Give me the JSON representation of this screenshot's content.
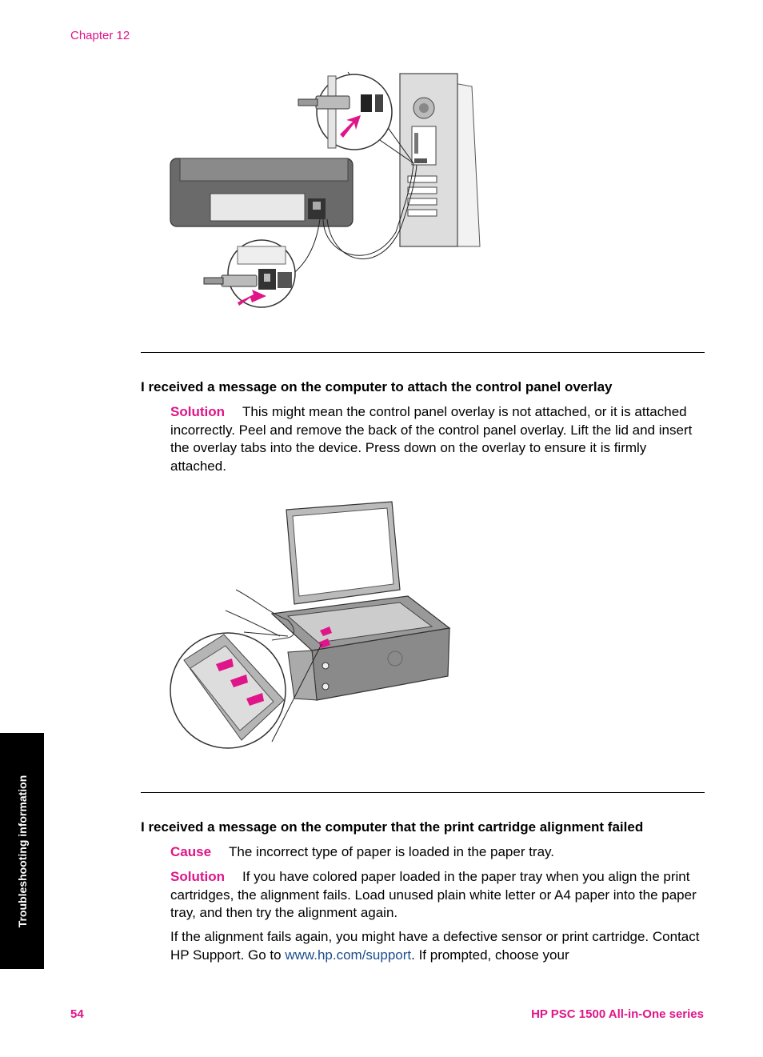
{
  "header": {
    "chapter": "Chapter 12"
  },
  "section1": {
    "heading": "I received a message on the computer to attach the control panel overlay",
    "solution_label": "Solution",
    "solution_text": "This might mean the control panel overlay is not attached, or it is attached incorrectly. Peel and remove the back of the control panel overlay. Lift the lid and insert the overlay tabs into the device. Press down on the overlay to ensure it is firmly attached."
  },
  "section2": {
    "heading": "I received a message on the computer that the print cartridge alignment failed",
    "cause_label": "Cause",
    "cause_text": "The incorrect type of paper is loaded in the paper tray.",
    "solution_label": "Solution",
    "solution_text": "If you have colored paper loaded in the paper tray when you align the print cartridges, the alignment fails. Load unused plain white letter or A4 paper into the paper tray, and then try the alignment again.",
    "para2_before": "If the alignment fails again, you might have a defective sensor or print cartridge. Contact HP Support. Go to ",
    "para2_link": "www.hp.com/support",
    "para2_after": ". If prompted, choose your"
  },
  "sidetab": {
    "label": "Troubleshooting information"
  },
  "footer": {
    "page_number": "54",
    "product": "HP PSC 1500 All-in-One series"
  },
  "colors": {
    "accent": "#e0158a",
    "link": "#1a4d8c"
  }
}
